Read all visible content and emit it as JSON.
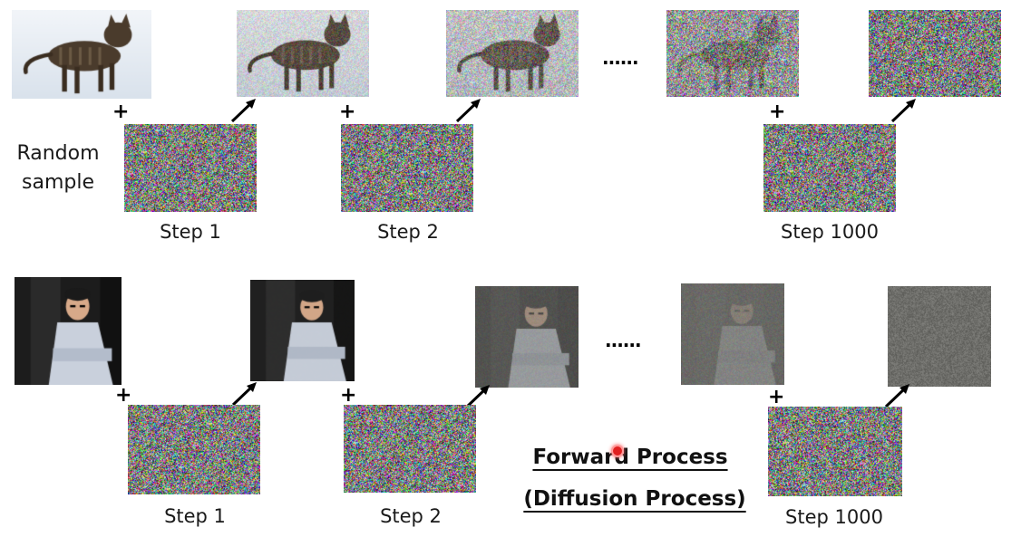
{
  "watermark": "",
  "side_label": {
    "line1": "Random",
    "line2": "sample"
  },
  "ellipsis": "......",
  "plus_sign": "+",
  "title": {
    "line1": "Forward Process",
    "line2": "(Diffusion Process)"
  },
  "rows": [
    {
      "subject": "cat",
      "images": [
        {
          "name": "cat-original",
          "noise_level": 0.0
        },
        {
          "name": "cat-noisy-step-1",
          "noise_level": 0.25
        },
        {
          "name": "cat-noisy-step-2",
          "noise_level": 0.45
        },
        {
          "name": "cat-noisy-step-999",
          "noise_level": 0.8
        },
        {
          "name": "cat-pure-noise",
          "noise_level": 1.0
        }
      ],
      "steps": [
        "Step 1",
        "Step 2",
        "Step 1000"
      ]
    },
    {
      "subject": "person",
      "images": [
        {
          "name": "person-original",
          "noise_level": 0.0
        },
        {
          "name": "person-noisy-step-1",
          "noise_level": 0.05
        },
        {
          "name": "person-noisy-step-2",
          "noise_level": 0.6
        },
        {
          "name": "person-noisy-step-999",
          "noise_level": 0.85
        },
        {
          "name": "person-pure-noise",
          "noise_level": 1.0
        }
      ],
      "steps": [
        "Step 1",
        "Step 2",
        "Step 1000"
      ]
    }
  ],
  "colors": {
    "snow": "#e8eef5",
    "cat_fur": "#4a3b2c",
    "suit_bg": "#1c1c1c",
    "shirt": "#c9d0dc",
    "faded_gray": "#7a7a76",
    "accent_red": "#e02020"
  }
}
